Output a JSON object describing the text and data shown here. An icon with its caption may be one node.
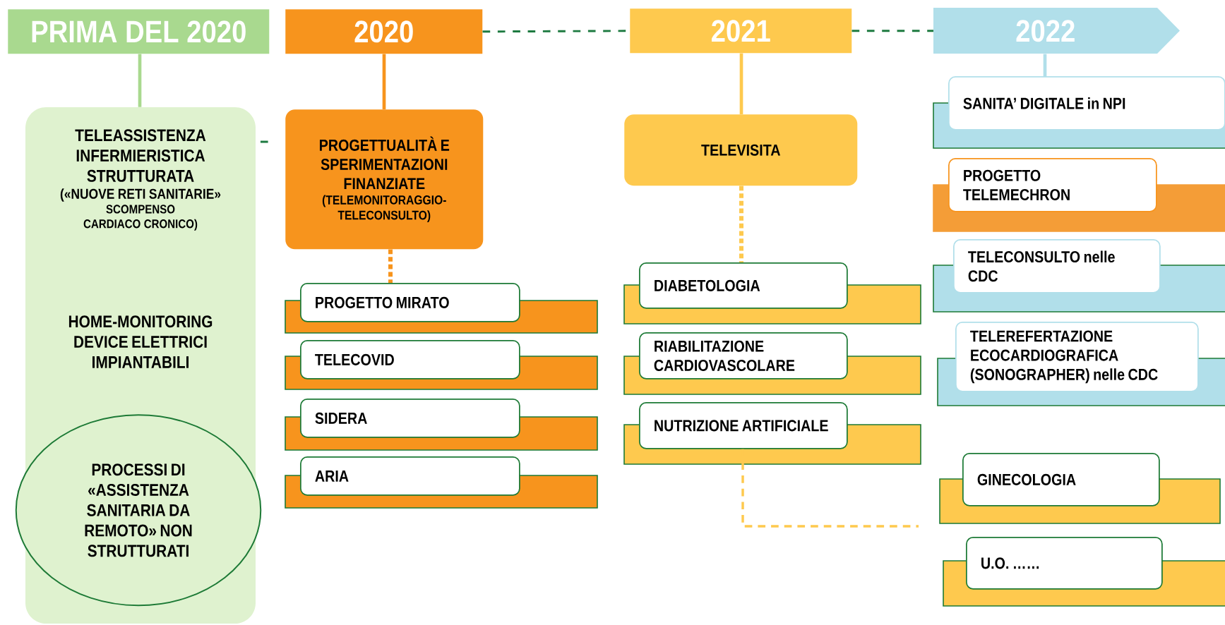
{
  "diagram": {
    "nodes": [
      {
        "text": [
          "PRIMA DEL 2020"
        ]
      },
      {
        "text": [
          "2020"
        ]
      },
      {
        "text": [
          "2021"
        ]
      },
      {
        "text": [
          "2022"
        ]
      },
      {
        "text": [
          "TELEASSISTENZA INFERMIERISTICA STRUTTURATA",
          "(«NUOVE RETI SANITARIE»",
          "SCOMPENSO CARDIACO CRONICO)",
          "HOME-MONITORING DEVICE ELETTRICI IMPIANTABILI"
        ]
      },
      {
        "text": [
          "PROCESSI DI «ASSISTENZA SANITARIA DA REMOTO» NON STRUTTURATI"
        ],
        "in": 4
      },
      {
        "text": [
          "PROGETTUALITÀ E SPERIMENTAZIONI FINANZIATE",
          "(TELEMONITORAGGIO-TELECONSULTO)"
        ]
      },
      {
        "text": [
          "PROGETTO MIRATO"
        ]
      },
      {
        "text": [
          "TELECOVID"
        ]
      },
      {
        "text": [
          "SIDERA"
        ]
      },
      {
        "text": [
          "ARIA"
        ]
      },
      {
        "text": [
          "TELEVISITA"
        ]
      },
      {
        "text": [
          "DIABETOLOGIA"
        ]
      },
      {
        "text": [
          "RIABILITAZIONE CARDIOVASCOLARE"
        ]
      },
      {
        "text": [
          "NUTRIZIONE ARTIFICIALE"
        ]
      },
      {
        "text": [
          "SANITA’ DIGITALE in NPI"
        ]
      },
      {
        "text": [
          "PROGETTO TELEMECHRON"
        ]
      },
      {
        "text": [
          "TELECONSULTO nelle CDC"
        ]
      },
      {
        "text": [
          "TELEREFERTAZIONE ECOCARDIOGRAFICA (SONOGRAPHER) nelle CDC"
        ]
      },
      {
        "text": [
          "GINECOLOGIA"
        ]
      },
      {
        "text": [
          "U.O. ……"
        ]
      }
    ],
    "edges": [
      {
        "from": 0,
        "to": 4,
        "arrow": "none",
        "color": "#a9d98f"
      },
      {
        "from": 1,
        "to": 6,
        "arrow": "none",
        "color": "#f7941d"
      },
      {
        "from": 2,
        "to": 11,
        "arrow": "none",
        "color": "#fec94e"
      },
      {
        "from": 3,
        "to": 15,
        "arrow": "none",
        "color": "#b1dfea"
      },
      {
        "from": 6,
        "to": 7,
        "arrow": "none",
        "style": "dashed",
        "color": "#f7941d"
      },
      {
        "from": 11,
        "to": 12,
        "arrow": "none",
        "style": "dashed",
        "color": "#fec94e"
      },
      {
        "from": 1,
        "to": 2,
        "arrow": "none",
        "style": "dashed",
        "color": "#1d7a40"
      },
      {
        "from": 2,
        "to": 3,
        "arrow": "none",
        "style": "dashed",
        "color": "#1d7a40"
      },
      {
        "from": 4,
        "to": 6,
        "arrow": "none",
        "style": "dashed",
        "color": "#1d7a40"
      },
      {
        "from": 14,
        "to": null,
        "arrow": "none",
        "style": "dashed",
        "color": "#fec94e"
      }
    ]
  }
}
